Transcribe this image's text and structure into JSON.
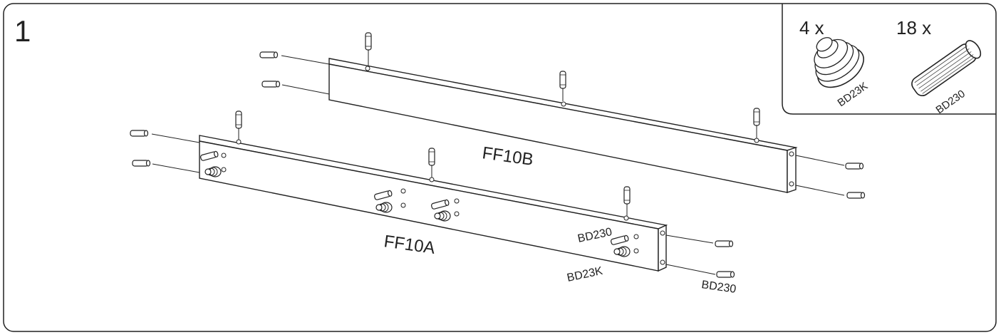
{
  "step": {
    "number": "1"
  },
  "parts_box": {
    "items": [
      {
        "qty": "4 x",
        "code": "BD23K",
        "icon": "cam-lock-fitting-icon"
      },
      {
        "qty": "18 x",
        "code": "BD230",
        "icon": "wooden-dowel-icon"
      }
    ]
  },
  "panels": {
    "upper": "FF10B",
    "lower": "FF10A"
  },
  "callouts": {
    "dowel_label": "BD230",
    "cam_label": "BD23K",
    "dowel_label_2": "BD230"
  }
}
